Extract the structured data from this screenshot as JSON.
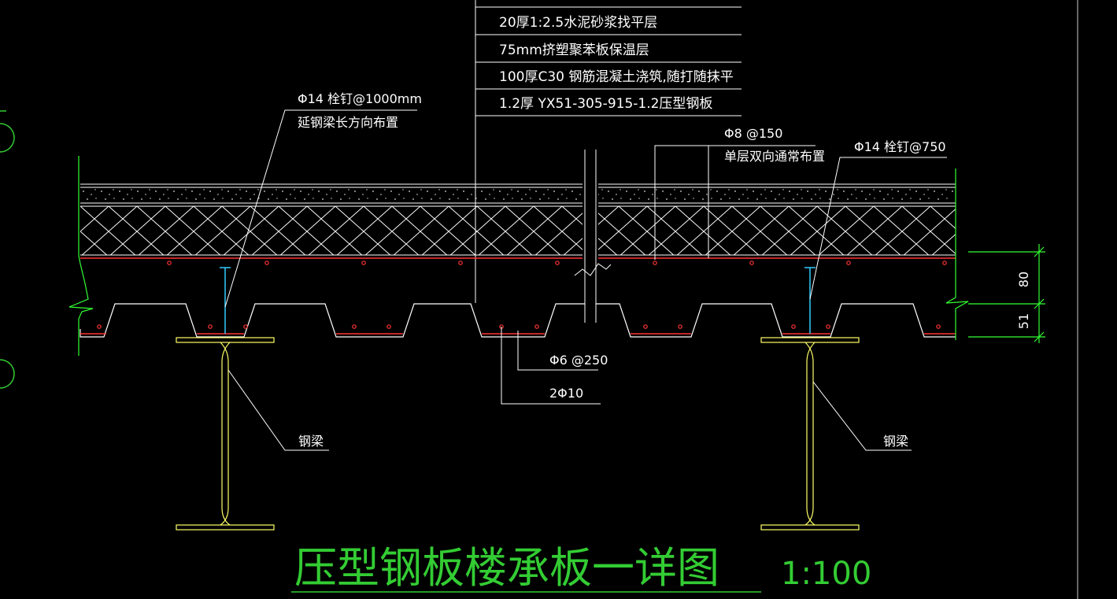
{
  "layers": {
    "top_partial": "",
    "layer1": "20厚1:2.5水泥砂浆找平层",
    "layer2": "75mm挤塑聚苯板保温层",
    "layer3": "100厚C30 钢筋混凝土浇筑,随打随抹平",
    "layer4": "1.2厚 YX51-305-915-1.2压型钢板"
  },
  "callouts": {
    "stud_left_line1": "Φ14 栓钉@1000mm",
    "stud_left_line2": "延钢梁长方向布置",
    "rebar_top_line1": "Φ8 @150",
    "rebar_top_line2": "单层双向通常布置",
    "stud_right": "Φ14 栓钉@750",
    "rib_bar1": "Φ6 @250",
    "rib_bar2": "2Φ10",
    "beam_left": "钢梁",
    "beam_right": "钢梁"
  },
  "dimensions": {
    "upper": "80",
    "lower": "51"
  },
  "title": "压型钢板楼承板一详图",
  "scale": "1:100",
  "colors": {
    "background": "#000000",
    "slab_lines": "#ffffff",
    "rebar": "#ff3333",
    "steel_beam": "#ffff66",
    "deck": "#ffffff",
    "stud": "#33ccff",
    "dimension": "#33ff33",
    "break_lines": "#33ff33",
    "title": "#33cc33"
  }
}
